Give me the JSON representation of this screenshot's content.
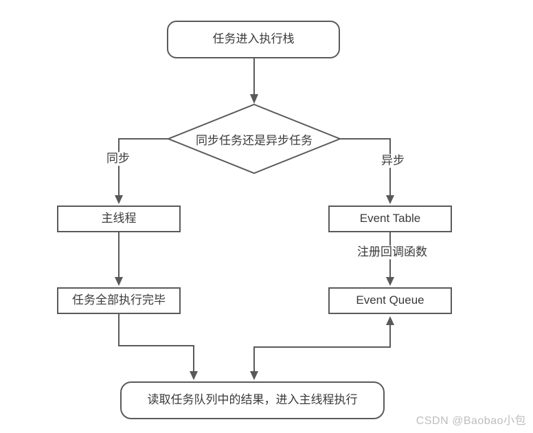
{
  "diagram": {
    "background_color": "#ffffff",
    "stroke_color": "#595959",
    "text_color": "#3a3a3a",
    "watermark_color": "#bdbdbd",
    "nodes": {
      "start": {
        "label": "任务进入执行栈",
        "shape": "rounded-rectangle"
      },
      "decision": {
        "label": "同步任务还是异步任务",
        "shape": "diamond"
      },
      "main_thread": {
        "label": "主线程",
        "shape": "rectangle"
      },
      "event_table": {
        "label": "Event Table",
        "shape": "rectangle"
      },
      "tasks_done": {
        "label": "任务全部执行完毕",
        "shape": "rectangle"
      },
      "event_queue": {
        "label": "Event Queue",
        "shape": "rectangle"
      },
      "read_queue_result": {
        "label": "读取任务队列中的结果，进入主线程执行",
        "shape": "rounded-rectangle"
      }
    },
    "edge_labels": {
      "sync": "同步",
      "async": "异步",
      "register_callback": "注册回调函数"
    },
    "watermark": "CSDN @Baobao小包"
  }
}
